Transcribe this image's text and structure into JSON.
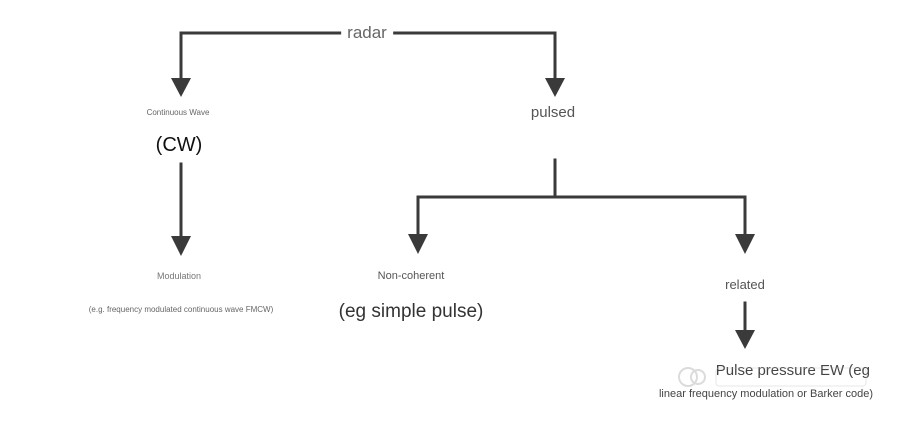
{
  "diagram": {
    "root": "radar",
    "left_branch": {
      "title_small": "Continuous Wave",
      "title_large": "(CW)",
      "child_label": "Modulation",
      "child_note": "(e.g. frequency modulated continuous wave FMCW)"
    },
    "right_branch": {
      "title": "pulsed",
      "noncoherent_label": "Non-coherent",
      "noncoherent_note": "(eg simple pulse)",
      "related_label": "related",
      "related_child_line1": "Pulse pressure EW (eg",
      "related_child_line2": "linear frequency modulation or Barker code)"
    }
  },
  "colors": {
    "line": "#3a3a3a",
    "text_dark": "#222222",
    "text_mid": "#555555",
    "text_light": "#777777"
  }
}
